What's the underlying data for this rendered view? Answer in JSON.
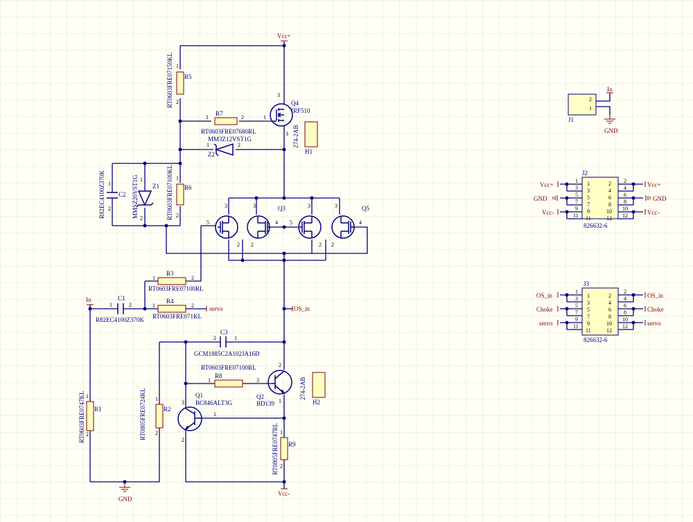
{
  "colors": {
    "background": "#fffff5",
    "grid": "#e3e3d8",
    "wire": "#000080",
    "component_body": "#ffffc4",
    "power_label": "#800000",
    "outline": "#800000"
  },
  "power": {
    "vcc_plus": "Vcc+",
    "vcc_minus": "Vcc-",
    "gnd_left": "GND",
    "gnd_j1": "GND"
  },
  "nets": {
    "in_left": "In",
    "in_j1": "In",
    "os_in": "OS_in",
    "servo": "servo"
  },
  "components": {
    "r1": {
      "ref": "R1",
      "value": "RT0603FRE0747KL"
    },
    "r2": {
      "ref": "R2",
      "value": "RT0805FRE0724KL"
    },
    "r3": {
      "ref": "R3",
      "value": "RT0603FRE07100RL"
    },
    "r4": {
      "ref": "R4",
      "value": "RT0603FRE071KL"
    },
    "r5": {
      "ref": "R5",
      "value": "RT0603FRE07150KL"
    },
    "r6": {
      "ref": "R6",
      "value": "RT0603FRE07100KL"
    },
    "r7": {
      "ref": "R7",
      "value": "RT0603FRE07680RL"
    },
    "r8": {
      "ref": "R8",
      "value": "RT0603FRE07100RL"
    },
    "r9": {
      "ref": "R9",
      "value": "RT0805FRE0747RL"
    },
    "c1": {
      "ref": "C1",
      "value": "R82EC4100Z370K"
    },
    "c2": {
      "ref": "C2",
      "value": "R82EC4100Z370K"
    },
    "c3": {
      "ref": "C3",
      "value": "GCM1885C2A102JA16D"
    },
    "z1": {
      "ref": "Z1",
      "value": "MMSZ20VST1G"
    },
    "z2": {
      "ref": "Z2",
      "value": "MM3Z12VST1G"
    },
    "q1": {
      "ref": "Q1",
      "value": "BC846ALT3G"
    },
    "q2": {
      "ref": "Q2",
      "value": "BD139"
    },
    "q3": {
      "ref": "Q3"
    },
    "q4": {
      "ref": "Q4",
      "value": "IRF510"
    },
    "q5": {
      "ref": "Q5"
    },
    "h1": {
      "ref": "H1",
      "value": "274-2AB"
    },
    "h2": {
      "ref": "H2",
      "value": "274-2AB"
    },
    "j1": {
      "ref": "J1",
      "pin_top": "2",
      "pin_bottom": "1"
    }
  },
  "pin_numbers": {
    "one": "1",
    "two": "2",
    "three": "3",
    "four": "4",
    "five": "5"
  },
  "connectors": {
    "j2": {
      "ref": "J2",
      "part": "826632-6",
      "left_labels": [
        "Vcc+",
        "GND",
        "Vcc-"
      ],
      "right_labels": [
        "Vcc+",
        "GND",
        "Vcc-"
      ],
      "pins_left": [
        "1",
        "3",
        "5",
        "7",
        "9",
        "11"
      ],
      "pins_right": [
        "2",
        "4",
        "6",
        "8",
        "10",
        "12"
      ]
    },
    "j3": {
      "ref": "J3",
      "part": "826632-6",
      "left_labels": [
        "OS_in",
        "Choke",
        "servo"
      ],
      "right_labels": [
        "OS_in",
        "Choke",
        "servo"
      ],
      "pins_left": [
        "1",
        "3",
        "5",
        "7",
        "9",
        "11"
      ],
      "pins_right": [
        "2",
        "4",
        "6",
        "8",
        "10",
        "12"
      ]
    }
  }
}
